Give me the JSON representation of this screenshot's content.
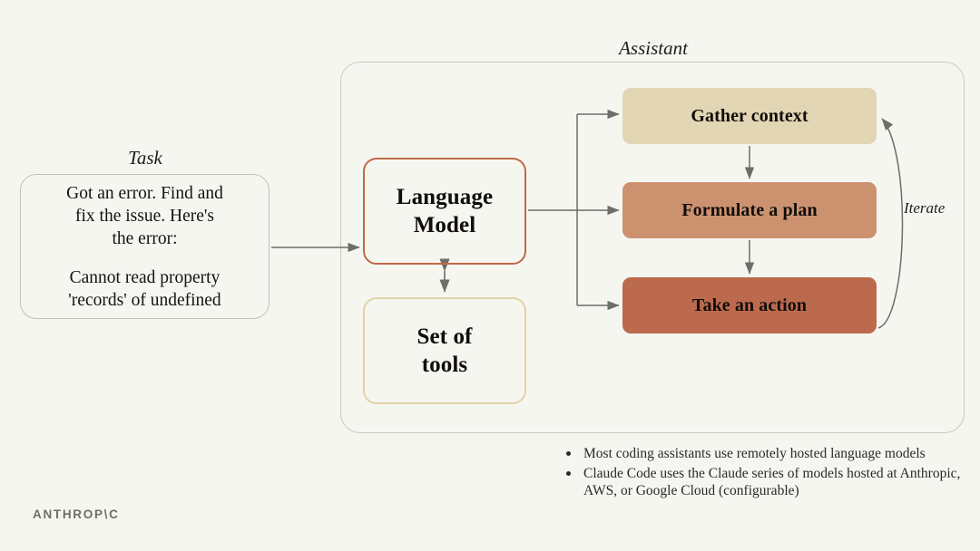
{
  "background_color": "#f6f6f1",
  "task": {
    "caption": "Task",
    "lines": [
      "Got an error. Find and",
      "fix the issue. Here's",
      "the error:"
    ],
    "error_lines": [
      "Cannot read property",
      "'records' of undefined"
    ]
  },
  "assistant": {
    "caption": "Assistant",
    "language_model": {
      "label_line1": "Language",
      "label_line2": "Model",
      "border_color": "#c0694a"
    },
    "set_of_tools": {
      "label_line1": "Set of",
      "label_line2": "tools",
      "border_color": "#e2d2a6"
    },
    "loop_steps": [
      {
        "label": "Gather context",
        "fill": "#e3d6b4"
      },
      {
        "label": "Formulate a plan",
        "fill": "#cc9270"
      },
      {
        "label": "Take an action",
        "fill": "#bc6a4e"
      }
    ],
    "iterate_label": "Iterate"
  },
  "notes": {
    "bullets": [
      "Most coding assistants use remotely hosted language models",
      "Claude Code uses the Claude series of models hosted at Anthropic, AWS, or Google Cloud (configurable)"
    ]
  },
  "footer": {
    "logo": "ANTHROP\\C"
  },
  "connector_color": "#6e6e68"
}
